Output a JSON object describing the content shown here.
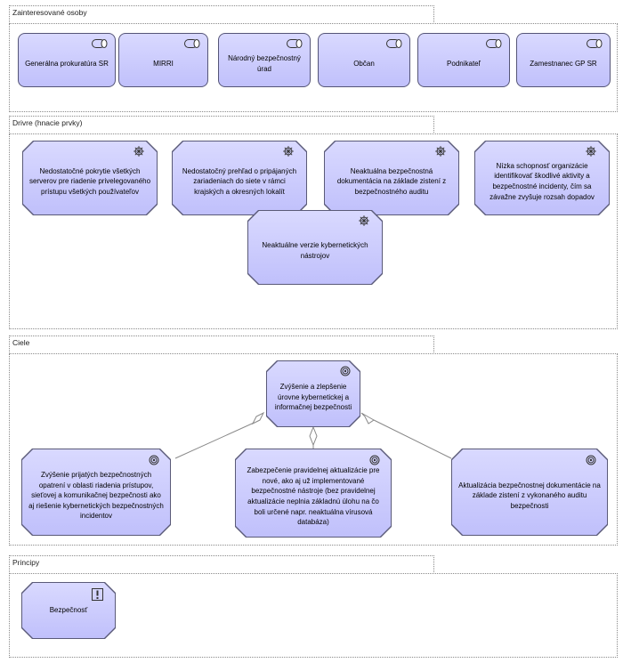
{
  "groups": {
    "stakeholders": {
      "title": "Zainteresované osoby",
      "items": [
        "Generálna prokuratúra SR",
        "MIRRI",
        "Národný bezpečnostný úrad",
        "Občan",
        "Podnikateľ",
        "Zamestnanec GP SR"
      ],
      "icon": "actor-role-icon"
    },
    "drivers": {
      "title": "Drivre (hnacie prvky)",
      "items": [
        "Nedostatočné pokrytie všetkých serverov pre riadenie privelegovaného prístupu všetkých používateľov",
        "Nedostatočný prehľad o pripájaných zariadeniach do siete v rámci krajských a okresných lokalít",
        "Neaktuálna bezpečnostná dokumentácia na základe zistení z bezpečnostného auditu",
        "Nízka schopnosť organizácie identifikovať škodlivé aktivity a bezpečnostné incidenty, čím sa závažne zvyšuje rozsah dopadov",
        "Neaktuálne verzie kybernetických nástrojov"
      ],
      "icon": "driver-wheel-icon"
    },
    "goals": {
      "title": "Ciele",
      "main": "Zvýšenie a zlepšenie úrovne kybernetickej a informačnej bezpečnosti",
      "items": [
        "Zvýšenie prijatých bezpečnostných opatrení v oblasti riadenia prístupov, sieťovej a komunikačnej bezpečnosti ako aj riešenie kybernetických bezpečnostných incidentov",
        "Zabezpečenie pravidelnej aktualizácie pre nové, ako aj už implementované bezpečnostné nástroje (bez pravidelnej aktualizácie neplnia základnú úlohu na čo boli určené napr. neaktuálna vírusová databáza)",
        "Aktualizácia bezpečnostnej dokumentácie na základe zistení z vykonaného auditu bezpečnosti"
      ],
      "icon": "goal-target-icon"
    },
    "principles": {
      "title": "Principy",
      "items": [
        "Bezpečnosť"
      ],
      "icon": "principle-exclamation-icon"
    }
  },
  "colors": {
    "node_fill_top": "#d9d9ff",
    "node_fill_bottom": "#c0c0fb",
    "node_border": "#555577",
    "group_border": "#8a8a8a",
    "connector": "#888888"
  }
}
